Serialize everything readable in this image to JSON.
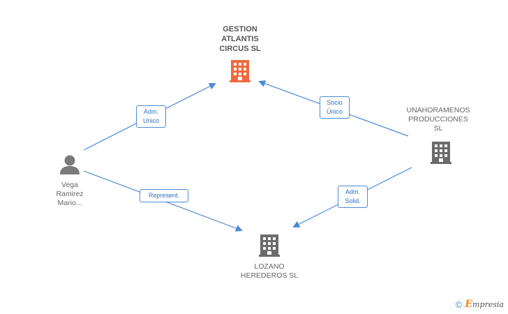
{
  "colors": {
    "edge": "#4a8ad6",
    "building_highlight": "#f0693c",
    "building_default": "#6b6b6b",
    "person": "#7a7a7a"
  },
  "nodes": {
    "gestion": {
      "icon": "building-icon",
      "lines": [
        "GESTION",
        "ATLANTIS",
        "CIRCUS SL"
      ]
    },
    "unahoramenos": {
      "icon": "building-icon",
      "lines": [
        "UNAHORAMENOS",
        "PRODUCCIONES",
        "SL"
      ]
    },
    "vega": {
      "icon": "person-icon",
      "lines": [
        "Vega",
        "Ramirez",
        "Mario..."
      ]
    },
    "lozano": {
      "icon": "building-icon",
      "lines": [
        "LOZANO",
        "HEREDEROS SL"
      ]
    }
  },
  "edges": {
    "vega_gestion": {
      "lines": [
        "Adm.",
        "Unico"
      ]
    },
    "unahoramenos_gestion": {
      "lines": [
        "Socio",
        "Único"
      ]
    },
    "vega_lozano": {
      "lines": [
        "Represent."
      ]
    },
    "unahoramenos_lozano": {
      "lines": [
        "Adm.",
        "Solid."
      ]
    }
  },
  "watermark": {
    "copyright": "©",
    "brand_initial": "E",
    "brand_rest": "mpresia"
  }
}
